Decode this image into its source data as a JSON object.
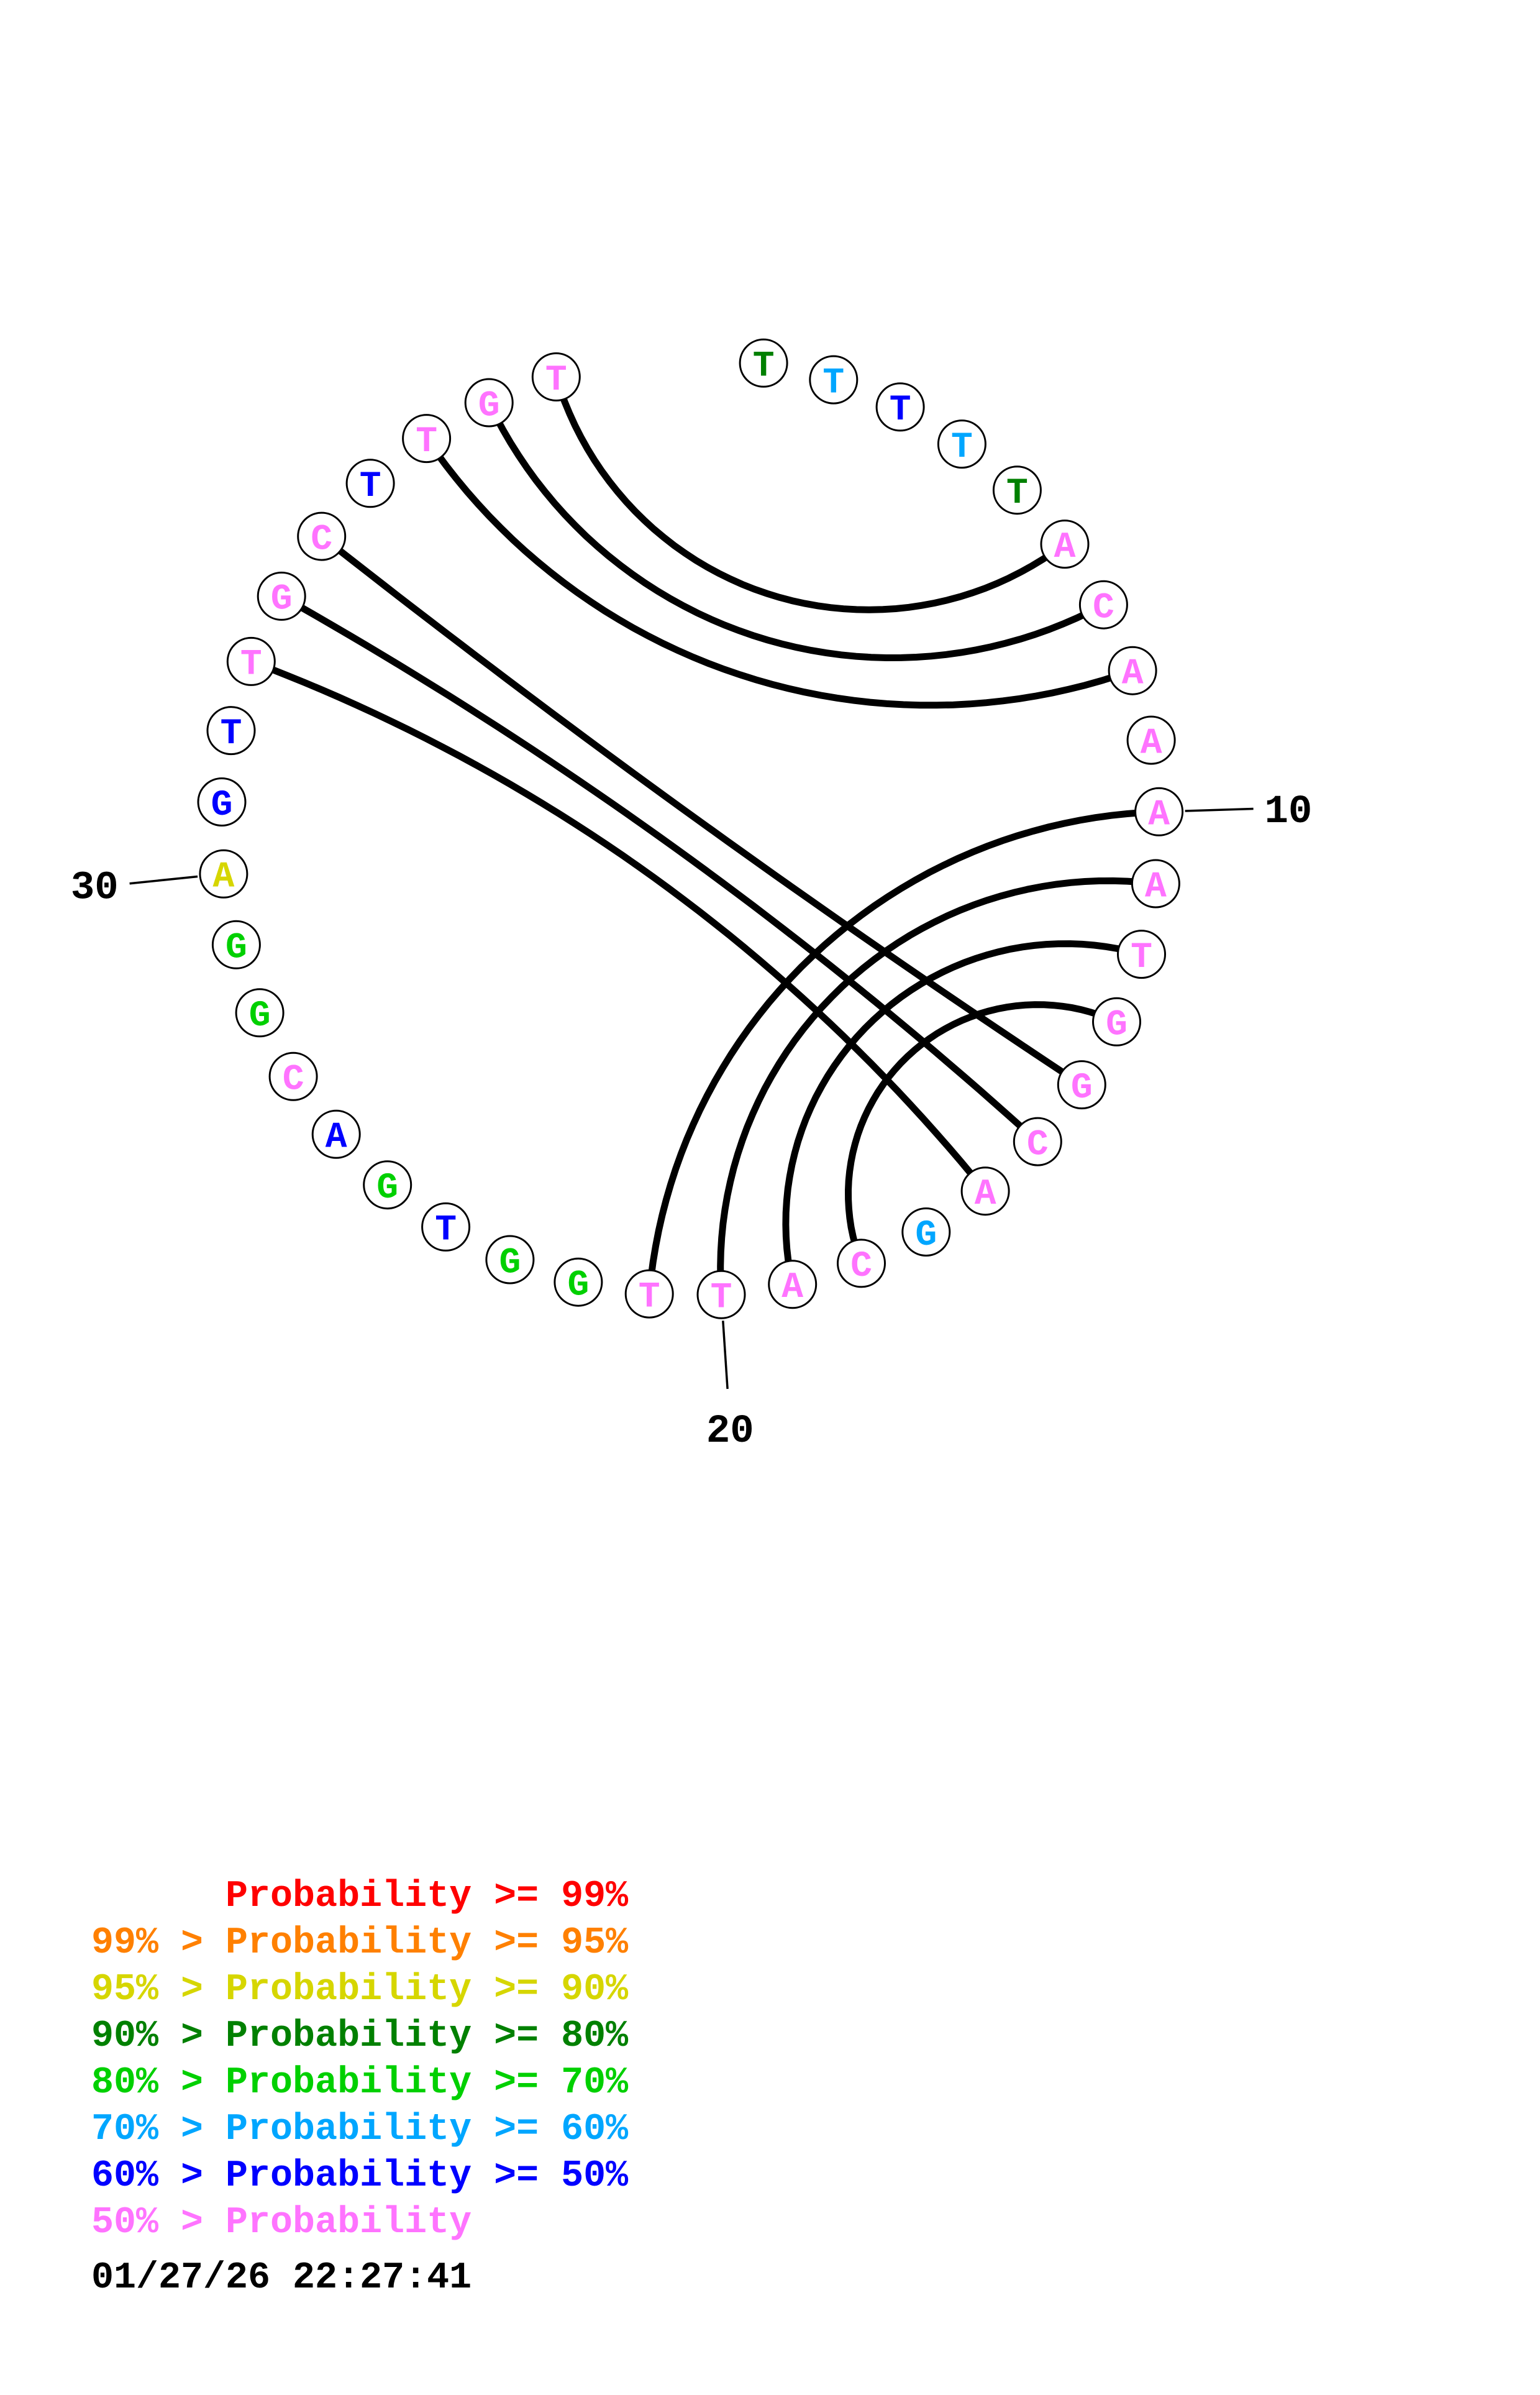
{
  "chart_data": {
    "type": "rna-circle-structure-plot",
    "description": "Nucleotide sequence arranged on a circle with arcs showing predicted base pairs; letters colored by pairing probability class",
    "length": 39,
    "sequence_string": "TTTTTACAAAATGGCAGCATTGGTGACGGAGTTGCTTGT",
    "sequence": [
      {
        "n": 1,
        "b": "T",
        "p": "p_80_90"
      },
      {
        "n": 2,
        "b": "T",
        "p": "p_60_70"
      },
      {
        "n": 3,
        "b": "T",
        "p": "p_50_60"
      },
      {
        "n": 4,
        "b": "T",
        "p": "p_60_70"
      },
      {
        "n": 5,
        "b": "T",
        "p": "p_80_90"
      },
      {
        "n": 6,
        "b": "A",
        "p": "p_lt_50"
      },
      {
        "n": 7,
        "b": "C",
        "p": "p_lt_50"
      },
      {
        "n": 8,
        "b": "A",
        "p": "p_lt_50"
      },
      {
        "n": 9,
        "b": "A",
        "p": "p_lt_50"
      },
      {
        "n": 10,
        "b": "A",
        "p": "p_lt_50"
      },
      {
        "n": 11,
        "b": "A",
        "p": "p_lt_50"
      },
      {
        "n": 12,
        "b": "T",
        "p": "p_lt_50"
      },
      {
        "n": 13,
        "b": "G",
        "p": "p_lt_50"
      },
      {
        "n": 14,
        "b": "G",
        "p": "p_lt_50"
      },
      {
        "n": 15,
        "b": "C",
        "p": "p_lt_50"
      },
      {
        "n": 16,
        "b": "A",
        "p": "p_lt_50"
      },
      {
        "n": 17,
        "b": "G",
        "p": "p_60_70"
      },
      {
        "n": 18,
        "b": "C",
        "p": "p_lt_50"
      },
      {
        "n": 19,
        "b": "A",
        "p": "p_lt_50"
      },
      {
        "n": 20,
        "b": "T",
        "p": "p_lt_50"
      },
      {
        "n": 21,
        "b": "T",
        "p": "p_lt_50"
      },
      {
        "n": 22,
        "b": "G",
        "p": "p_70_80"
      },
      {
        "n": 23,
        "b": "G",
        "p": "p_70_80"
      },
      {
        "n": 24,
        "b": "T",
        "p": "p_50_60"
      },
      {
        "n": 25,
        "b": "G",
        "p": "p_70_80"
      },
      {
        "n": 26,
        "b": "A",
        "p": "p_50_60"
      },
      {
        "n": 27,
        "b": "C",
        "p": "p_lt_50"
      },
      {
        "n": 28,
        "b": "G",
        "p": "p_70_80"
      },
      {
        "n": 29,
        "b": "G",
        "p": "p_70_80"
      },
      {
        "n": 30,
        "b": "A",
        "p": "p_90_95"
      },
      {
        "n": 31,
        "b": "G",
        "p": "p_50_60"
      },
      {
        "n": 32,
        "b": "T",
        "p": "p_50_60"
      },
      {
        "n": 33,
        "b": "T",
        "p": "p_lt_50"
      },
      {
        "n": 34,
        "b": "G",
        "p": "p_lt_50"
      },
      {
        "n": 35,
        "b": "C",
        "p": "p_lt_50"
      },
      {
        "n": 36,
        "b": "T",
        "p": "p_50_60"
      },
      {
        "n": 37,
        "b": "T",
        "p": "p_lt_50"
      },
      {
        "n": 38,
        "b": "G",
        "p": "p_lt_50"
      },
      {
        "n": 39,
        "b": "T",
        "p": "p_lt_50"
      }
    ],
    "pairs": [
      [
        6,
        39
      ],
      [
        7,
        38
      ],
      [
        8,
        37
      ],
      [
        10,
        21
      ],
      [
        11,
        20
      ],
      [
        12,
        19
      ],
      [
        13,
        18
      ],
      [
        14,
        35
      ],
      [
        15,
        34
      ],
      [
        16,
        33
      ]
    ],
    "position_labels": [
      {
        "position": 10,
        "label": "10"
      },
      {
        "position": 20,
        "label": "20"
      },
      {
        "position": 30,
        "label": "30"
      }
    ]
  },
  "colors": {
    "p_ge_99": "#ff0000",
    "p_95_99": "#ff8000",
    "p_90_95": "#d6d600",
    "p_80_90": "#008000",
    "p_70_80": "#00d000",
    "p_60_70": "#00a6ff",
    "p_50_60": "#0000ff",
    "p_lt_50": "#ff73ff"
  },
  "legend": {
    "rows": [
      {
        "prob": "p_ge_99",
        "text": "      Probability >= 99%"
      },
      {
        "prob": "p_95_99",
        "text": "99% > Probability >= 95%"
      },
      {
        "prob": "p_90_95",
        "text": "95% > Probability >= 90%"
      },
      {
        "prob": "p_80_90",
        "text": "90% > Probability >= 80%"
      },
      {
        "prob": "p_70_80",
        "text": "80% > Probability >= 70%"
      },
      {
        "prob": "p_60_70",
        "text": "70% > Probability >= 60%"
      },
      {
        "prob": "p_50_60",
        "text": "60% > Probability >= 50%"
      },
      {
        "prob": "p_lt_50",
        "text": "50% > Probability"
      }
    ]
  },
  "timestamp": "01/27/26 22:27:41"
}
